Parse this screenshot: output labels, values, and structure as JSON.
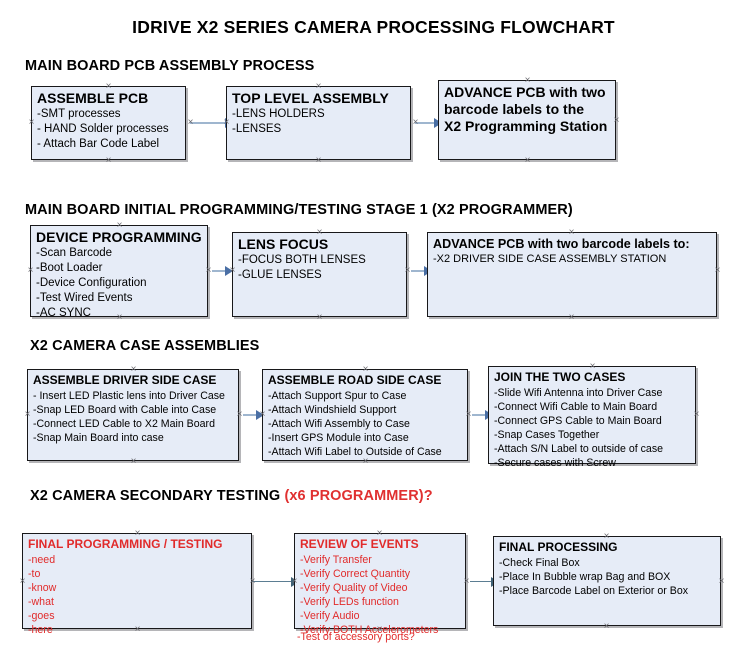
{
  "title": "IDRIVE X2  SERIES CAMERA PROCESSING FLOWCHART",
  "sections": [
    {
      "id": "sec1",
      "label": "MAIN BOARD PCB ASSEMBLY PROCESS",
      "accent": ""
    },
    {
      "id": "sec2",
      "label": "MAIN BOARD INITIAL PROGRAMMING/TESTING STAGE 1 (X2 PROGRAMMER)",
      "accent": ""
    },
    {
      "id": "sec3",
      "label": "X2 CAMERA CASE ASSEMBLIES",
      "accent": ""
    },
    {
      "id": "sec4",
      "label": "X2 CAMERA SECONDARY TESTING ",
      "accent": "(x6 PROGRAMMER)?"
    }
  ],
  "colors": {
    "node_fill": "#e6ecf7",
    "node_border": "#18181a",
    "connector": "#9fb6cf",
    "arrow_head": "#4a6fa5",
    "red_text": "#e12b2b",
    "black_text": "#000000"
  },
  "nodes": {
    "assemble_pcb": {
      "header": "ASSEMBLE PCB",
      "lines": [
        " -SMT processes",
        "- HAND Solder processes",
        "- Attach Bar Code Label"
      ]
    },
    "top_level_assembly": {
      "header": "TOP LEVEL ASSEMBLY",
      "lines": [
        "-LENS HOLDERS",
        "-LENSES"
      ]
    },
    "advance_pcb_station": {
      "header": "ADVANCE PCB with two",
      "lines": [
        "barcode labels to the",
        " X2 Programming Station"
      ]
    },
    "device_programming": {
      "header": "DEVICE PROGRAMMING",
      "lines": [
        "-Scan Barcode",
        "-Boot Loader",
        "-Device Configuration",
        "-Test Wired Events",
        "-AC SYNC"
      ]
    },
    "lens_focus": {
      "header": "LENS FOCUS",
      "lines": [
        "-FOCUS BOTH LENSES",
        "-GLUE LENSES"
      ]
    },
    "advance_pcb_driver": {
      "header": "ADVANCE PCB with two barcode labels to:",
      "lines": [
        "-X2 DRIVER  SIDE  CASE  ASSEMBLY STATION"
      ]
    },
    "driver_side_case": {
      "header": "ASSEMBLE DRIVER SIDE CASE",
      "lines": [
        "- Insert LED Plastic lens into Driver Case",
        "-Snap LED Board with Cable into Case",
        "-Connect LED Cable to X2 Main Board",
        "-Snap Main Board into case"
      ]
    },
    "road_side_case": {
      "header": "ASSEMBLE ROAD SIDE CASE",
      "lines": [
        "-Attach Support Spur to Case",
        "-Attach Windshield Support",
        "-Attach Wifi Assembly to Case",
        "-Insert GPS Module into Case",
        "-Attach Wifi Label to Outside of Case"
      ]
    },
    "join_two_cases": {
      "header": "JOIN THE TWO CASES",
      "lines": [
        "-Slide Wifi Antenna into Driver Case",
        "-Connect Wifi Cable to Main Board",
        "-Connect GPS Cable to Main Board",
        "-Snap Cases Together",
        "-Attach S/N Label to outside of case",
        "-Secure cases with Screw"
      ]
    },
    "final_programming": {
      "header": "FINAL PROGRAMMING / TESTING",
      "lines": [
        "-need",
        "-to",
        "-know",
        "-what",
        "-goes",
        "-here"
      ]
    },
    "review_of_events": {
      "header": "REVIEW OF EVENTS",
      "lines": [
        "-Verify Transfer",
        "-Verify Correct Quantity",
        "-Verify Quality of Video",
        "-Verify LEDs function",
        "-Verify Audio",
        "-Verify BOTH Accelerometers"
      ],
      "overflow_line": "-Test of accessory ports?"
    },
    "final_processing": {
      "header": "FINAL PROCESSING",
      "lines": [
        " -Check Final Box",
        "-Place In Bubble wrap Bag and BOX",
        "-Place Barcode Label on Exterior or Box"
      ]
    }
  }
}
